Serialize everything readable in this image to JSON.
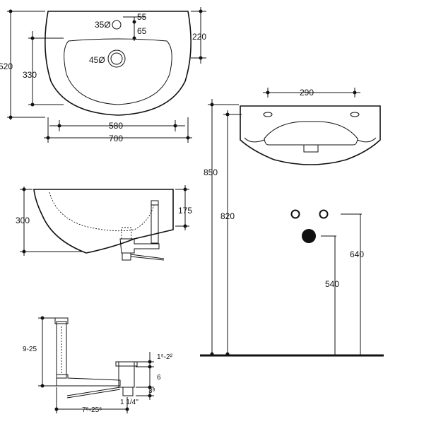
{
  "top_view": {
    "tap_hole_diameter": "35Ø",
    "tap_hole_offset": "55",
    "overflow_offset": "65",
    "drain_diameter": "45Ø",
    "depth_to_tap": "220",
    "overall_depth": "520",
    "bowl_depth": "330",
    "bowl_width": "580",
    "overall_width": "700"
  },
  "side_view": {
    "height": "300",
    "bowl_height": "175"
  },
  "front_view": {
    "tap_spacing": "290",
    "rim_height": "850",
    "mount_height": "820",
    "water_inlet_height": "640",
    "waste_outlet_height": "540"
  },
  "trap_detail": {
    "vertical_range": "9-25",
    "top_offset": "1⁵-2²",
    "middle_height": "6",
    "bottom_height": "3⁸",
    "outlet_size": "1 1/4\"",
    "horizontal_range": "7⁵-25⁵"
  }
}
